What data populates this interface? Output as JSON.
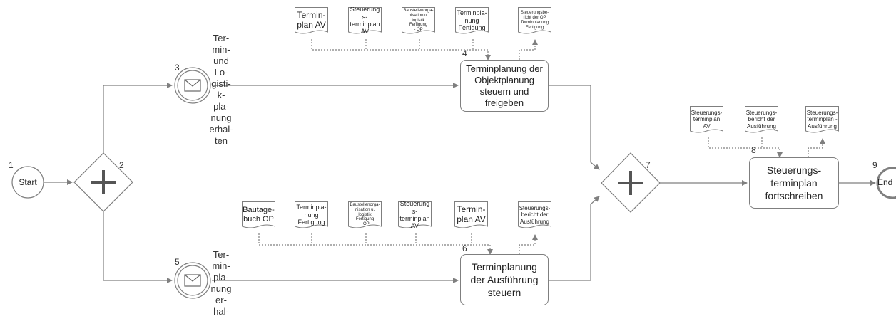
{
  "nodes": {
    "start": {
      "number": "1",
      "label": "Start"
    },
    "gateway_split": {
      "number": "2"
    },
    "event_3": {
      "number": "3",
      "label": "Ter-\nmin-\nund\nLo-\ngisti-\nk-\npla-\nnung\nerhal-\nten"
    },
    "task_4": {
      "number": "4",
      "label": "Terminplanung der Objektplanung steuern und freigeben"
    },
    "event_5": {
      "number": "5",
      "label": "Ter-\nmin-\npla-\nnung\ner-\nhal-"
    },
    "task_6": {
      "number": "6",
      "label": "Terminplanung der Ausführung steuern"
    },
    "gateway_join": {
      "number": "7"
    },
    "task_8": {
      "number": "8",
      "label": "Steuerungs-\nterminplan\nfortschreiben"
    },
    "end": {
      "number": "9",
      "label": "End"
    }
  },
  "docs_top": [
    "Termin-\nplan AV",
    "Steuerungs-\nterminplan\nAV",
    "Baustellenorga-\nnisation u.\nlogistik Fertigung\n- OP",
    "Terminpla-\nnung\nFertigung",
    "Steuerungsbe-\nricht der OP\nTerminplanung\nFertigung"
  ],
  "docs_bottom": [
    "Bautage-\nbuch OP",
    "Terminpla-\nnung\nFertigung",
    "Baustellenorga-\nnisation u.\nlogistik Fertigung\n- OP",
    "Steuerungs-\nterminplan\nAV",
    "Termin-\nplan AV",
    "Steuerungs-\nbericht der\nAusführung"
  ],
  "docs_right": [
    "Steuerungs-\nterminplan\nAV",
    "Steuerungs-\nbericht der\nAusführung",
    "Steuerungs-\nterminplan -\nAusführung"
  ],
  "colors": {
    "stroke": "#7f7f7f",
    "text": "#222222",
    "background": "#ffffff"
  }
}
